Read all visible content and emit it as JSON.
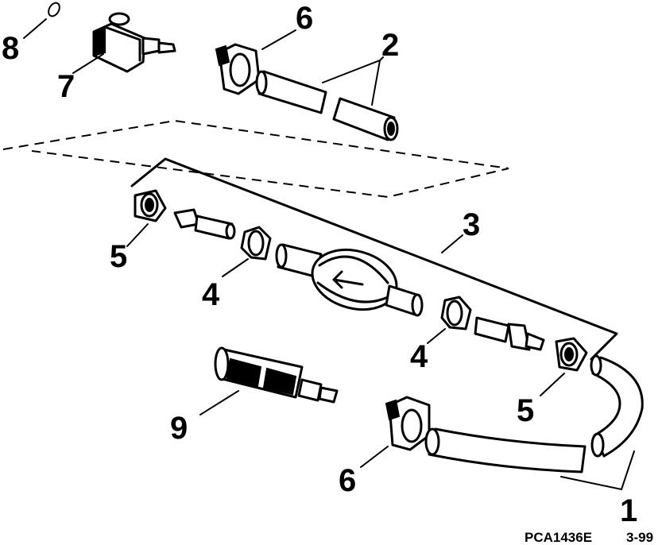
{
  "callouts": {
    "c1": "1",
    "c2": "2",
    "c3": "3",
    "c4a": "4",
    "c4b": "4",
    "c5a": "5",
    "c5b": "5",
    "c6a": "6",
    "c6b": "6",
    "c7": "7",
    "c8": "8",
    "c9": "9"
  },
  "footer": {
    "code": "PCA1436E",
    "date": "3-99"
  },
  "colors": {
    "ink": "#000000",
    "paper": "#ffffff"
  }
}
